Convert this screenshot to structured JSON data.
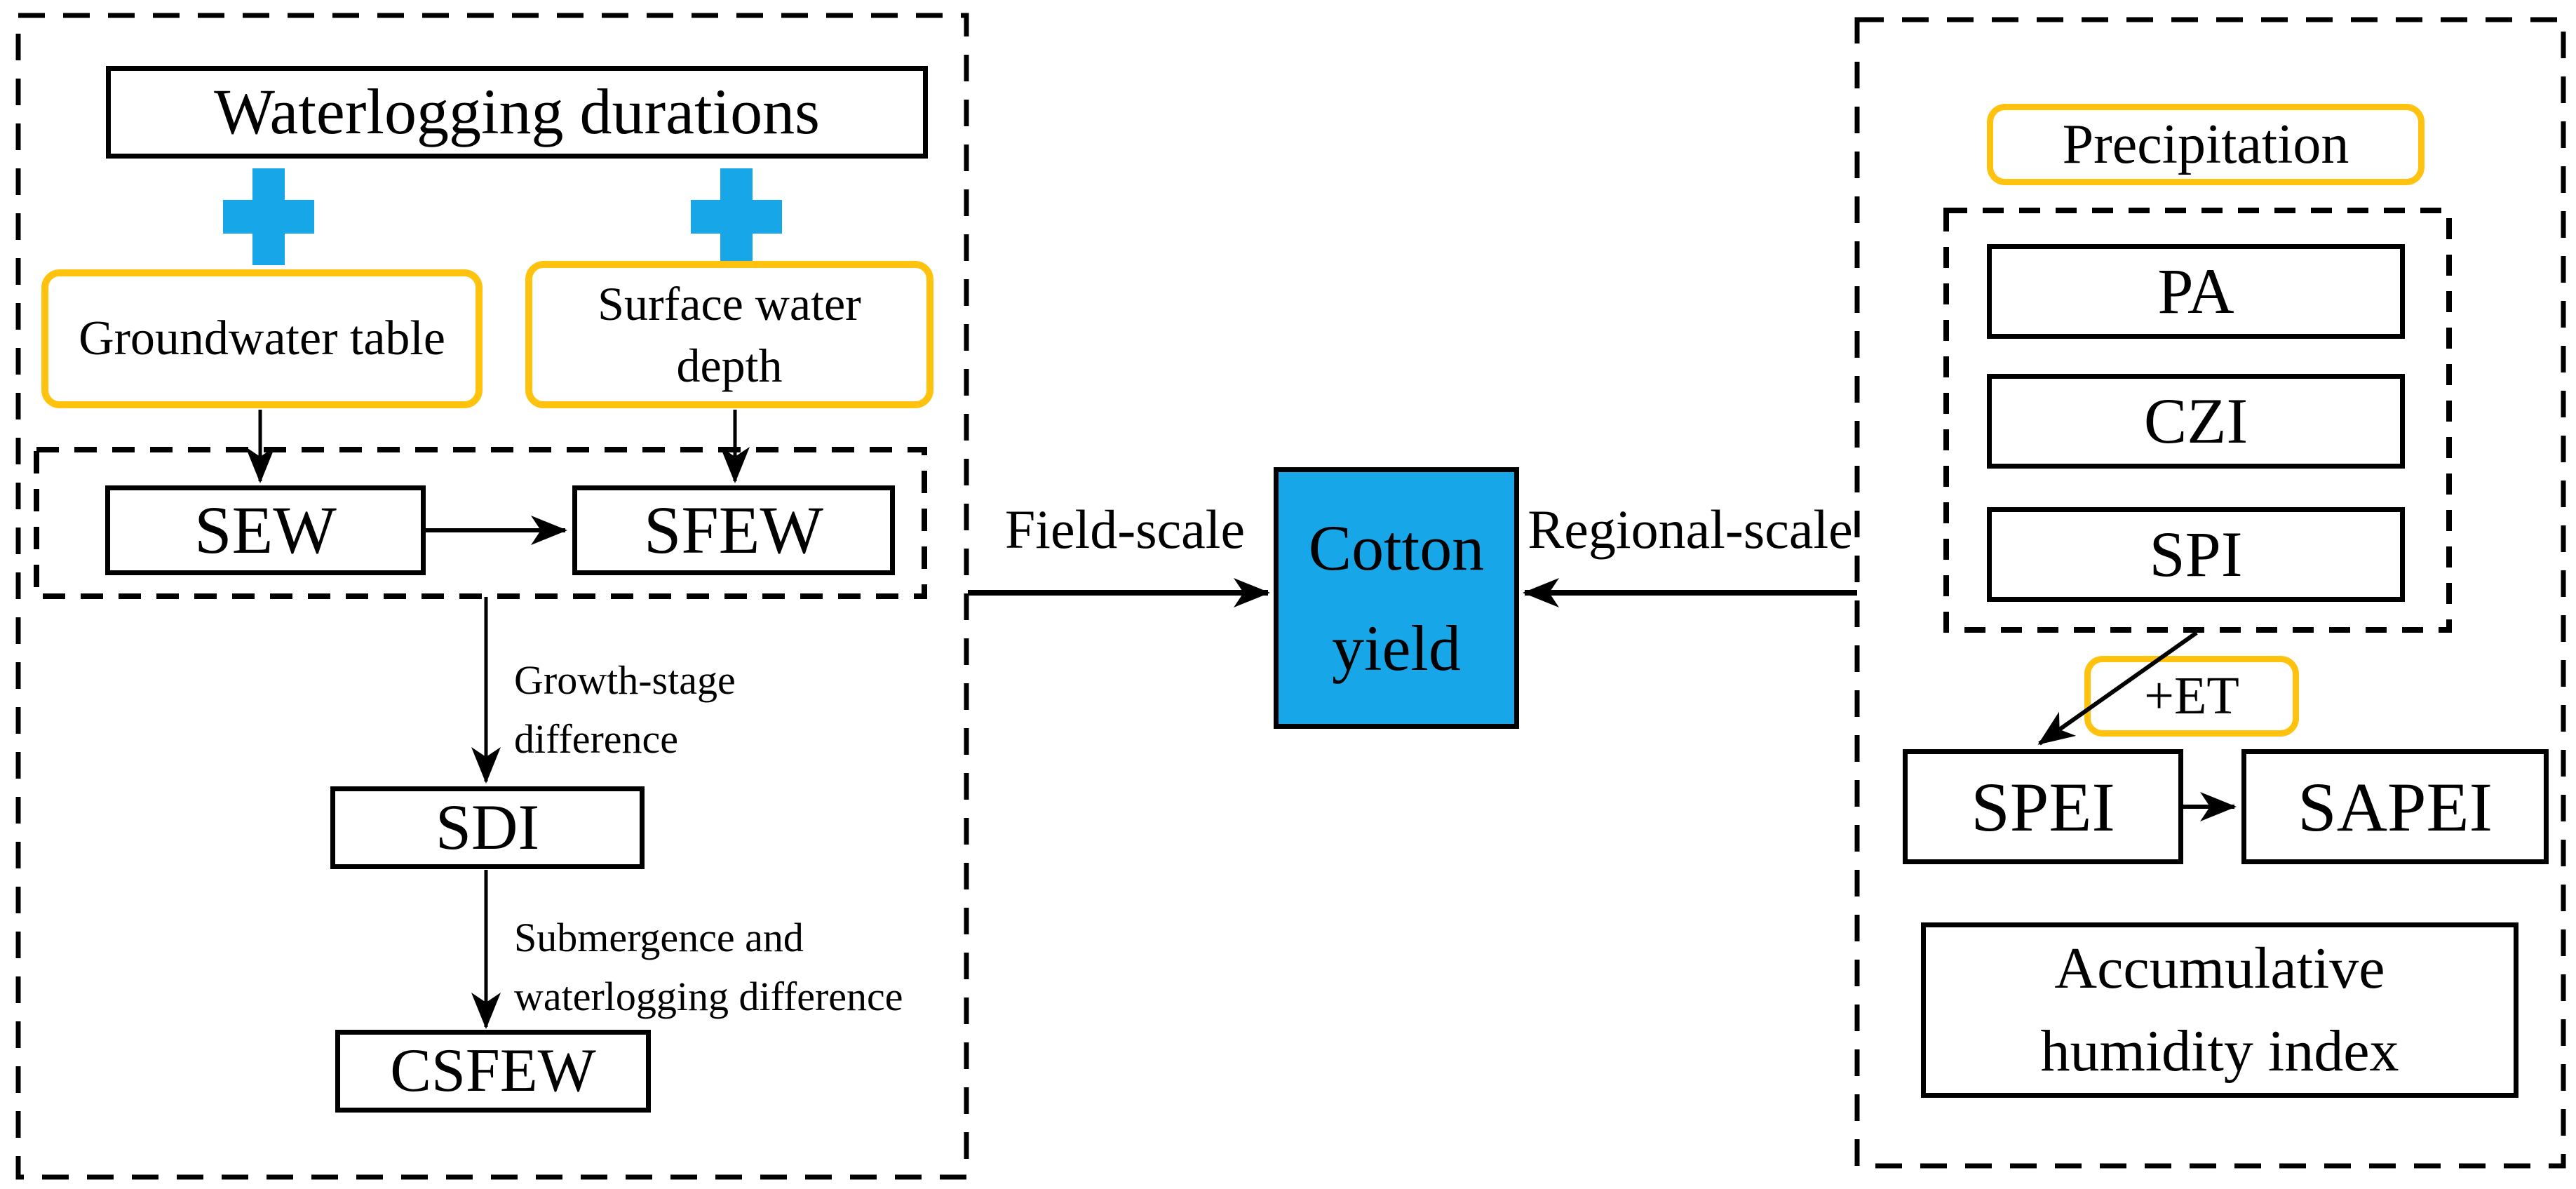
{
  "figure": {
    "type": "flow-diagram",
    "description_visible": "Field-scale and regional-scale waterlogging indices converging on cotton yield"
  },
  "colors": {
    "accent_blue": "#17a6e8",
    "accent_yellow": "#ffc20e",
    "line_black": "#000000",
    "background": "#ffffff"
  },
  "left_panel": {
    "waterlogging_label": "Waterlogging durations",
    "groundwater_label": "Groundwater table",
    "surface_water_line1": "Surface water",
    "surface_water_line2": "depth",
    "sew_label": "SEW",
    "sfew_label": "SFEW",
    "growth_note_line1": "Growth-stage",
    "growth_note_line2": "difference",
    "sdi_label": "SDI",
    "submergence_note_line1": "Submergence and",
    "submergence_note_line2": "waterlogging difference",
    "csfew_label": "CSFEW"
  },
  "center": {
    "field_scale_label": "Field-scale",
    "cotton_line1": "Cotton",
    "cotton_line2": "yield",
    "regional_scale_label": "Regional-scale"
  },
  "right_panel": {
    "precipitation_label": "Precipitation",
    "pa_label": "PA",
    "czi_label": "CZI",
    "spi_label": "SPI",
    "et_label": "+ET",
    "spei_label": "SPEI",
    "sapei_label": "SAPEI",
    "humidity_line1": "Accumulative",
    "humidity_line2": "humidity index"
  }
}
